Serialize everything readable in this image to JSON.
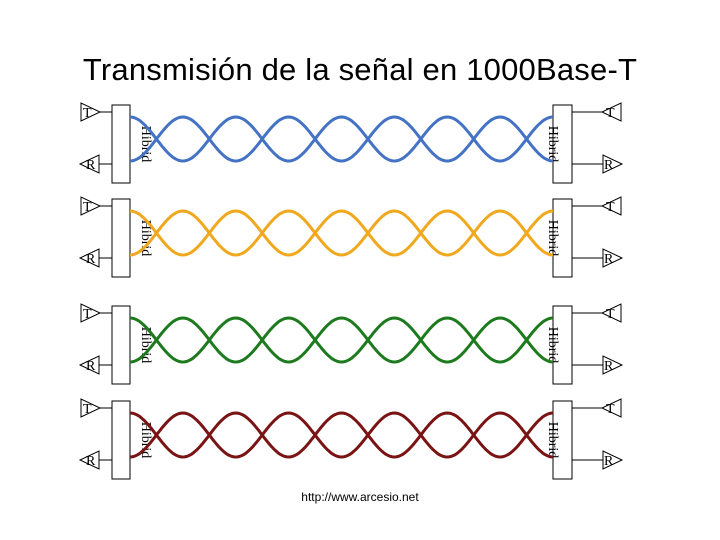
{
  "title": "Transmisión de la señal en 1000Base-T",
  "footer_url": "http://www.arcesio.net",
  "hybrid_label": "Hibrid",
  "transmit_label": "T",
  "receive_label": "R",
  "pairs": [
    {
      "color": "#4472C4"
    },
    {
      "color": "#F0A81E"
    },
    {
      "color": "#1E7A1E"
    },
    {
      "color": "#7A1414"
    }
  ]
}
